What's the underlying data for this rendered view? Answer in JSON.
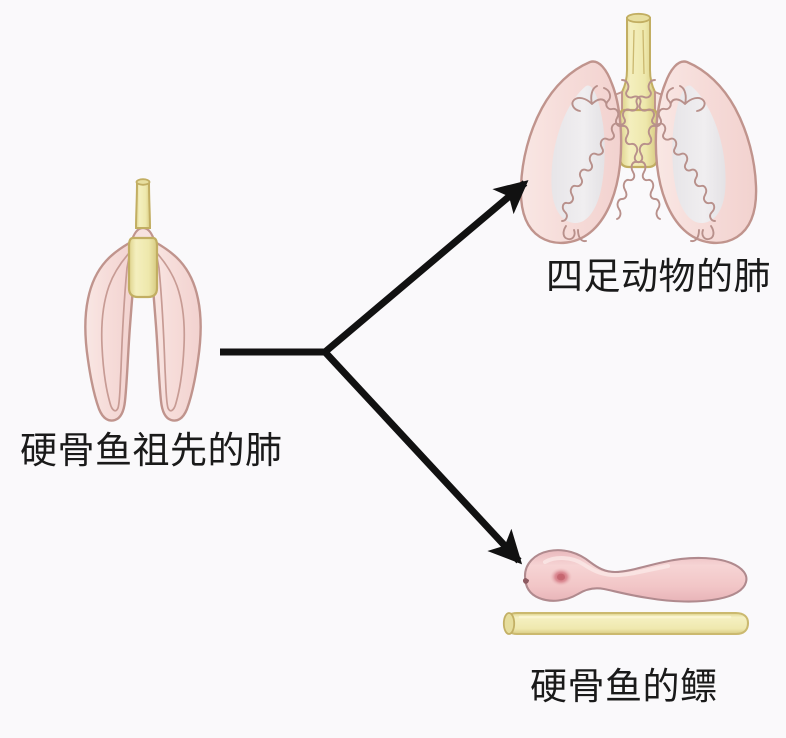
{
  "diagram": {
    "title_text_present": false,
    "background_color": "#faf9fb",
    "arrow_color": "#111111"
  },
  "labels": {
    "ancestral_lung": "硬骨鱼祖先的肺",
    "tetrapod_lung": "四足动物的肺",
    "swim_bladder": "硬骨鱼的鳔"
  },
  "palette": {
    "lung_fill": "#f6dcd9",
    "lung_fill_light": "#f9e8e6",
    "lung_outline": "#c0948d",
    "lung_cavity": "#eceaec",
    "trachea_fill": "#f1ecb4",
    "trachea_outline": "#c2ae62",
    "bladder_fill": "#f3c9ca",
    "bladder_outline": "#b08a8e",
    "bladder_pore": "#d2767f",
    "gut_fill": "#f2ebb2",
    "gut_outline": "#cbb96f",
    "arrow": "#111111",
    "text": "#1a1a1a"
  },
  "nodes": [
    {
      "id": "ancestral-lung",
      "name": "ancestral bony fish lung",
      "label": "硬骨鱼祖先的肺",
      "position": "left-center",
      "illustration": "paired elongated sac lungs with central trachea"
    },
    {
      "id": "tetrapod-lung",
      "name": "tetrapod lung",
      "label": "四足动物的肺",
      "position": "top-right",
      "illustration": "two alveolated lung lobes with trachea and bronchi"
    },
    {
      "id": "swim-bladder",
      "name": "bony fish swim bladder",
      "label": "硬骨鱼的鳔",
      "position": "bottom-right",
      "illustration": "pink two-chambered gas bladder above yellow gut tube"
    }
  ],
  "connectors": [
    {
      "id": "stem",
      "from": "ancestral-lung",
      "to": "branch-node",
      "arrowhead": false
    },
    {
      "id": "branch-up",
      "from": "branch-node",
      "to": "tetrapod-lung",
      "arrowhead": true
    },
    {
      "id": "branch-down",
      "from": "branch-node",
      "to": "swim-bladder",
      "arrowhead": true
    }
  ]
}
